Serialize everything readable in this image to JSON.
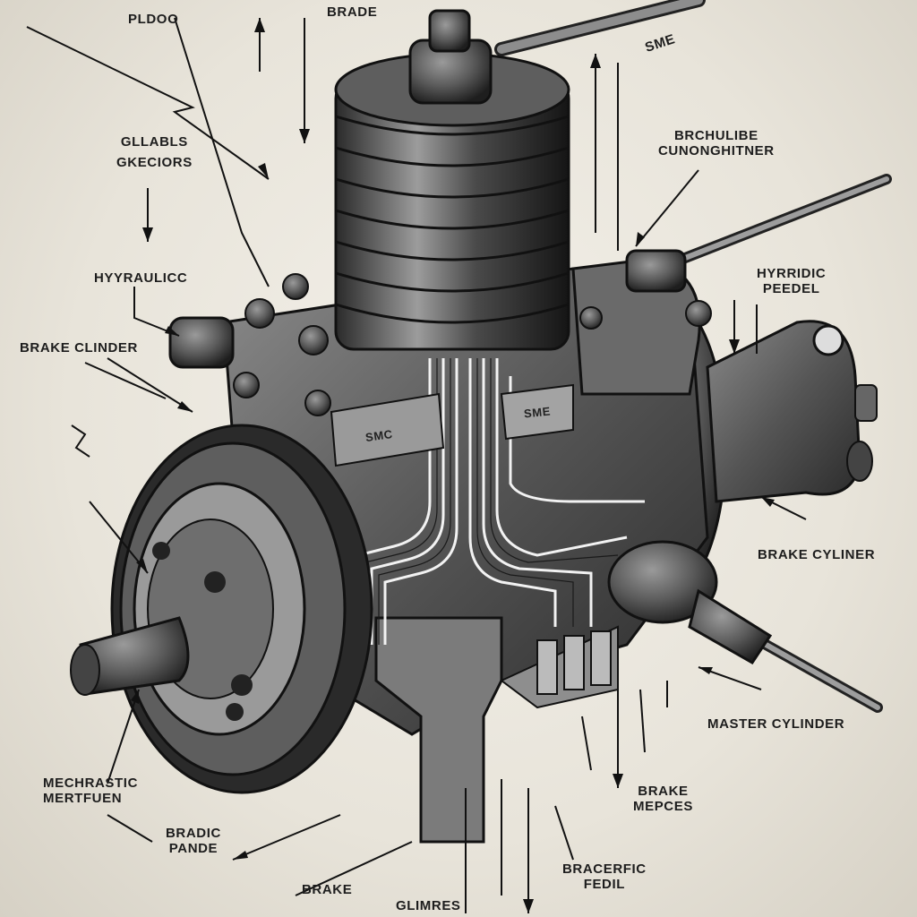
{
  "labels": {
    "pldoo": "PLDOO",
    "brade_top": "BRADE",
    "sme": "SME",
    "gllabls": "GLLABLS",
    "gkecios": "GKECIORS",
    "brchulibe": "BRCHULIBE",
    "cunonghitner": "CUNONGHITNER",
    "hyyraulicc": "HYYRAULICC",
    "hyrridic": "HYRRIDIC",
    "peedel": "PEEDEL",
    "brake_clinder": "BRAKE CLINDER",
    "brake_cyliner": "BRAKE CYLINER",
    "master_cylinder": "MASTER CYLINDER",
    "mechrastic": "MECHRASTIC",
    "mertfuen": "MERTFUEN",
    "bradic": "BRADIC",
    "pande": "PANDE",
    "brake_bottom": "BRAKE",
    "glimres": "GLIMRES",
    "bracerfic": "BRACERFIC",
    "fedil": "FEDIL",
    "brake_mepces_1": "BRAKE",
    "brake_mepces_2": "MEPCES",
    "emblem_left": "SMC",
    "emblem_right": "SME"
  }
}
